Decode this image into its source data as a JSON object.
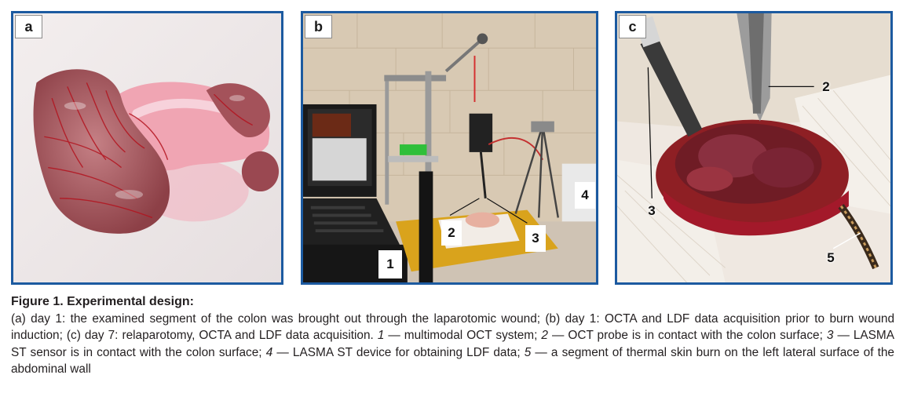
{
  "figure": {
    "panels": [
      {
        "letter": "a",
        "markers": []
      },
      {
        "letter": "b",
        "markers": [
          "1",
          "2",
          "3",
          "4"
        ]
      },
      {
        "letter": "c",
        "markers": [
          "2",
          "3",
          "5"
        ]
      }
    ],
    "caption": {
      "title": "Figure 1. Experimental design:",
      "intro": "(a) day 1: the examined segment of the colon was brought out through the laparotomic wound; (b) day 1: OCTA and LDF data acquisition prior to burn wound induction; (c) day 7: relaparotomy, OCTA and LDF data acquisition.",
      "items": [
        {
          "num": "1",
          "text": " — multimodal OCT system;"
        },
        {
          "num": "2",
          "text": " — OCT probe is in contact with the colon surface;"
        },
        {
          "num": "3",
          "text": " — LASMA ST sensor is in contact with the colon surface;"
        },
        {
          "num": "4",
          "text": " — LASMA ST device for obtaining LDF data;"
        },
        {
          "num": "5",
          "text": " — a segment of thermal skin burn on the left lateral surface of the abdominal wall"
        }
      ]
    }
  },
  "colors": {
    "panel_border": "#1c5aa0",
    "caption_text": "#231f20",
    "tissue": "#9e4a4f",
    "vessel": "#b3131e",
    "wound": "#8e1f24"
  }
}
